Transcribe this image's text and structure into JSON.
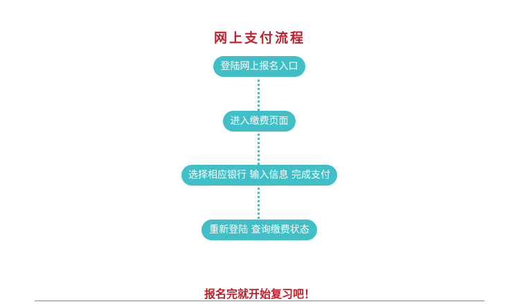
{
  "title": "网上支付流程",
  "steps": [
    "登陆网上报名入口",
    "进入缴费页面",
    "选择相应银行 输入信息 完成支付",
    "重新登陆  查询缴费状态"
  ],
  "footer": "报名完就开始复习吧！",
  "colors": {
    "title": "#c0202a",
    "step_fill": "#40bfc7",
    "step_text": "#ffffff",
    "connector": "#3fbfc6"
  }
}
